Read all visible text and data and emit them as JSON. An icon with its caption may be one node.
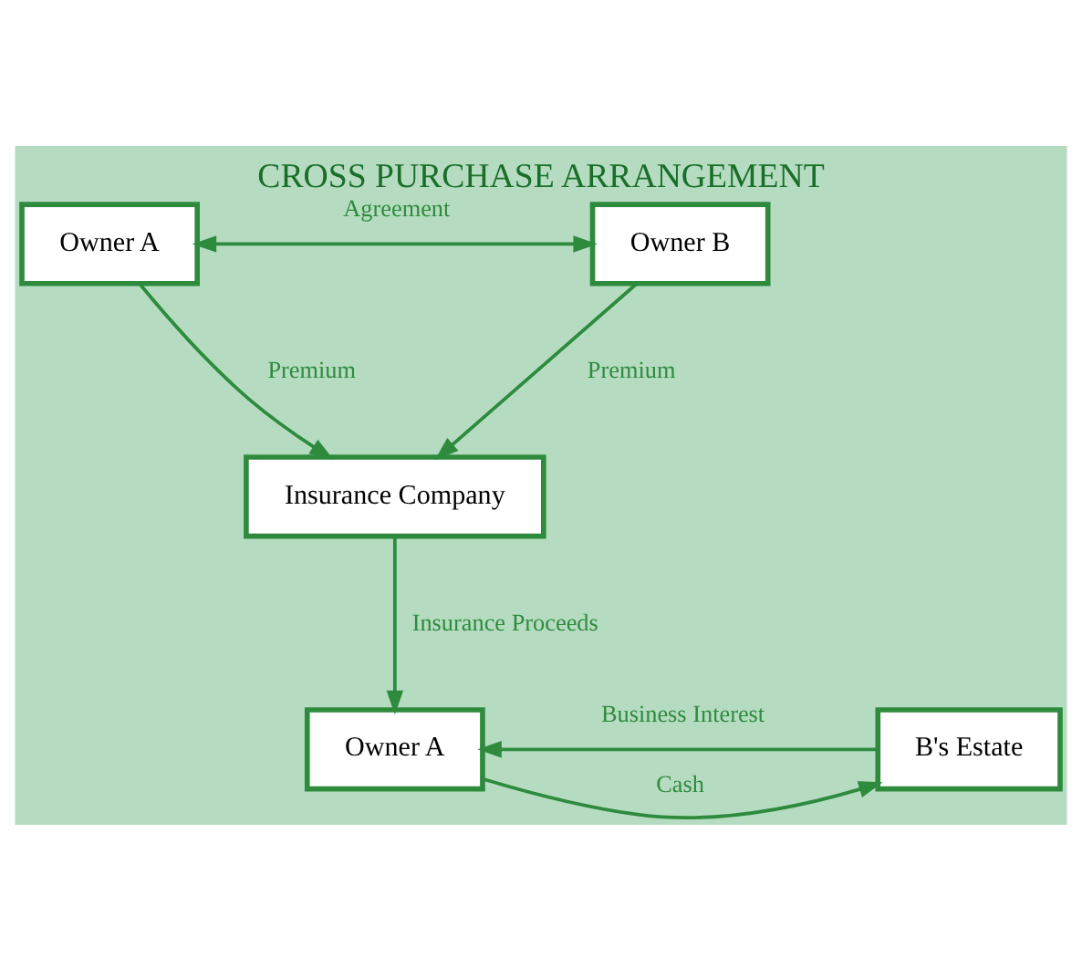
{
  "diagram": {
    "title": "CROSS PURCHASE ARRANGEMENT",
    "nodes": [
      {
        "text": [
          "Owner A"
        ]
      },
      {
        "text": [
          "Owner B"
        ]
      },
      {
        "text": [
          "Insurance Company"
        ]
      },
      {
        "text": [
          "B's Estate"
        ]
      },
      {
        "text": [
          "Owner A"
        ]
      }
    ],
    "edges": [
      {
        "from": 0,
        "to": 1,
        "arrow": "both",
        "label": "Agreement"
      },
      {
        "from": 0,
        "to": 2,
        "arrow": "to",
        "label": "Premium"
      },
      {
        "from": 1,
        "to": 2,
        "arrow": "to",
        "label": "Premium"
      },
      {
        "from": 2,
        "to": 4,
        "arrow": "to",
        "label": "Insurance Proceeds"
      },
      {
        "from": 4,
        "to": 3,
        "arrow": "to",
        "label": "Cash"
      },
      {
        "from": 3,
        "to": 4,
        "arrow": "to",
        "label": "Business Interest"
      }
    ]
  }
}
